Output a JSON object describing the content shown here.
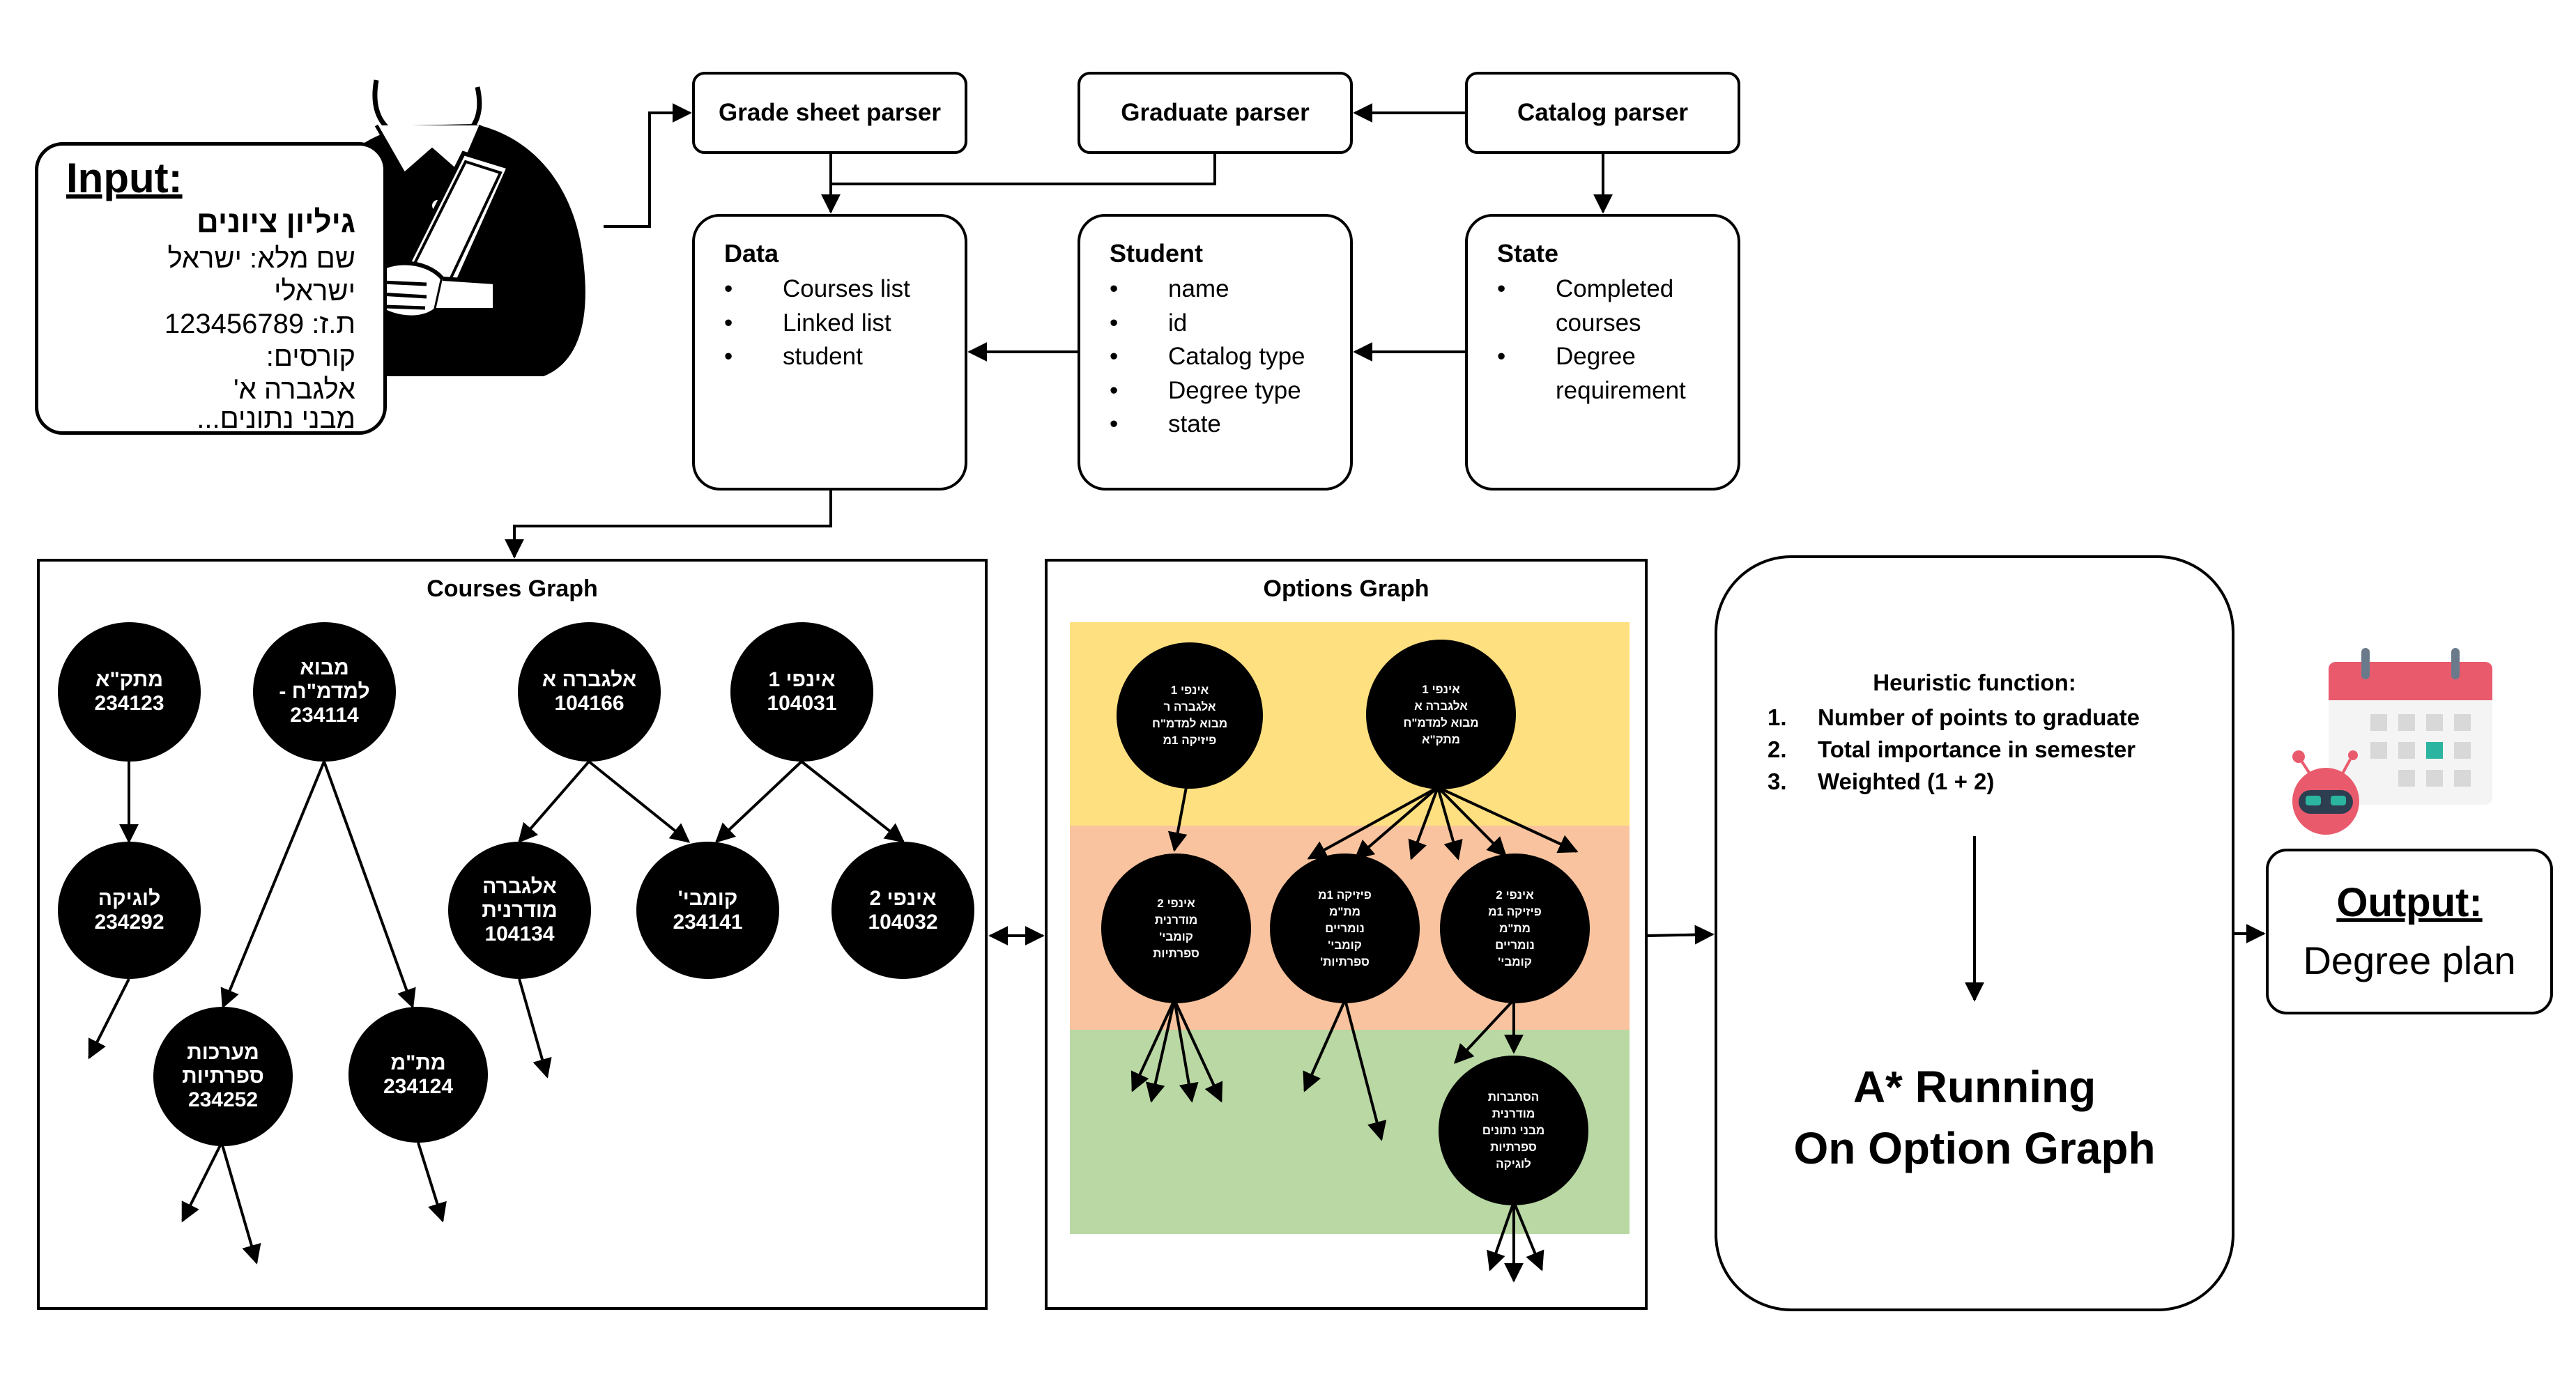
{
  "input": {
    "label": "Input:",
    "title": "גיליון ציונים",
    "lines": [
      "שם מלא: ישראל",
      "ישראלי",
      "ת.ז: 123456789",
      "קורסים:",
      "אלגברה א'",
      "מבני נתונים..."
    ]
  },
  "parsers": {
    "grade_sheet": "Grade sheet parser",
    "graduate": "Graduate parser",
    "catalog": "Catalog parser"
  },
  "classes": [
    {
      "title": "Data",
      "items": [
        "Courses list",
        "Linked list",
        "student"
      ]
    },
    {
      "title": "Student",
      "items": [
        "name",
        "id",
        "Catalog type",
        "Degree type",
        "state"
      ]
    },
    {
      "title": "State",
      "items": [
        "Completed courses",
        "Degree requirement"
      ]
    }
  ],
  "courses_graph": {
    "title": "Courses Graph",
    "nodes": [
      {
        "name": "מתק\"א",
        "code": "234123"
      },
      {
        "name": "מבוא למדמ\"ח -",
        "code": "234114"
      },
      {
        "name": "אלגברה א",
        "code": "104166"
      },
      {
        "name": "אינפי 1",
        "code": "104031"
      },
      {
        "name": "לוגיקה",
        "code": "234292"
      },
      {
        "name": "אלגברה מודרנית",
        "code": "104134"
      },
      {
        "name": "קומבי'",
        "code": "234141"
      },
      {
        "name": "אינפי 2",
        "code": "104032"
      },
      {
        "name": "מערכות ספרתיות",
        "code": "234252"
      },
      {
        "name": "מת\"מ",
        "code": "234124"
      }
    ]
  },
  "options_graph": {
    "title": "Options Graph",
    "band_colors": [
      "#ffe080",
      "#f8c39e",
      "#b9d8a4"
    ],
    "nodes": [
      {
        "lines": [
          "אינפי 1",
          "אלגברה ר",
          "מבוא למדמ\"ח",
          "פיזיקה 1מ"
        ]
      },
      {
        "lines": [
          "אינפי 1",
          "אלגברה א",
          "מבוא למדמ\"ח",
          "מתק\"א"
        ]
      },
      {
        "lines": [
          "אינפי 2",
          "מודרנית",
          "קומבי'",
          "ספרתיות"
        ]
      },
      {
        "lines": [
          "פיזיקה 1מ",
          "מת\"מ",
          "נומריים",
          "קומבי'",
          "ספרתיות'"
        ]
      },
      {
        "lines": [
          "אינפי 2",
          "פיזיקה 1מ",
          "מת\"מ",
          "נומריים",
          "קומבי'"
        ]
      },
      {
        "lines": [
          "הסתברות",
          "מודרנית",
          "מבני נתונים",
          "ספרתיות",
          "לוגיקה"
        ]
      }
    ]
  },
  "astar": {
    "heuristic_title": "Heuristic function:",
    "items": [
      {
        "num": "1.",
        "text": "Number of points to graduate"
      },
      {
        "num": "2.",
        "text": "Total importance in semester"
      },
      {
        "num": "3.",
        "text": "Weighted (1 + 2)"
      }
    ],
    "title_line1": "A* Running",
    "title_line2": "On Option Graph"
  },
  "output": {
    "label": "Output:",
    "value": "Degree plan"
  },
  "icons": [
    "person-with-tablet-icon",
    "calendar-icon",
    "robot-icon"
  ]
}
